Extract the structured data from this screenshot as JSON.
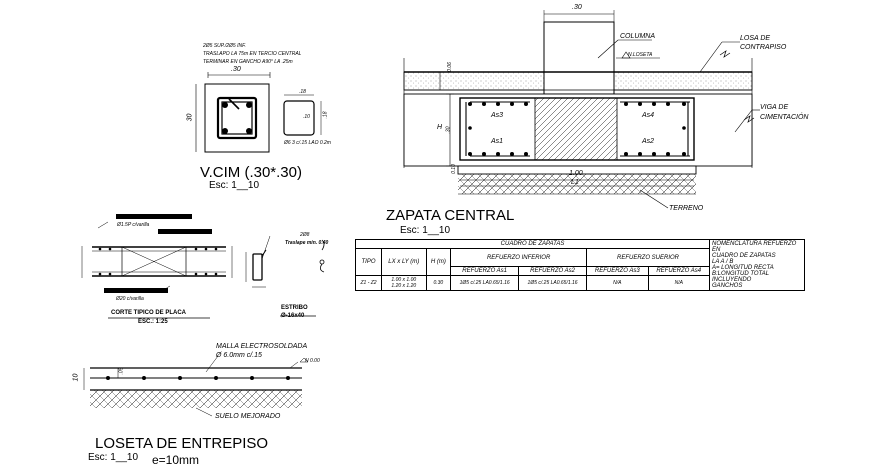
{
  "col_section": {
    "note_lines": [
      "2Ø5 SUP./2Ø5 INF.",
      "TRASLAPO LA 75m EN TERCIO CENTRAL",
      "TERMINAR EN GANCHO A90° LA .25m"
    ],
    "dim_top": ".30",
    "dim_side": "30",
    "stirrup_dim_h": ".18",
    "stirrup_dim_v": ".18",
    "stirrup_dim_diag": ".10",
    "stirrup_note": "Ø6 3 c/.15 LAO 0.2m",
    "title": "V.CIM (.30*.30)",
    "scale": "Esc: 1__10"
  },
  "footing": {
    "dim_top": ".30",
    "label_columna": "COLUMNA",
    "label_nloseta": "N.LOSETA",
    "label_losa": "LOSA DE",
    "label_losa2": "CONTRAPISO",
    "label_viga": "VIGA DE",
    "label_viga2": "CIMENTACIÓN",
    "label_terreno": "TERRENO",
    "dim_h": "H",
    "dim_30": ".30",
    "dim_006": "0.06",
    "dim_010": "0.10",
    "dim_100": "1.00",
    "dim_l1": "L1",
    "as3": "As3",
    "as4": "As4",
    "as1": "As1",
    "as2": "As2",
    "title": "ZAPATA CENTRAL",
    "scale": "Esc: 1__10"
  },
  "table": {
    "title": "CUADRO DE ZAPATAS",
    "h_tipo": "TIPO",
    "h_lxly": "LX x LY (m)",
    "h_h": "H (m)",
    "h_inf": "REFUERZO INFERIOR",
    "h_sup": "REFUERZO SUERIOR",
    "h_as1": "REFUERZO As1",
    "h_as2": "REFUERZO As2",
    "h_as3": "REFUERZO As3",
    "h_as4": "REFUERZO As4",
    "r_tipo": "Z1 - Z2",
    "r_lxly": "1.00 x 1.00\n1.20 x 1.20",
    "r_h": "0.30",
    "r_as1": "1Ø5 c/.25 LA0.65/1.16",
    "r_as2": "1Ø5 c/.25 LA0.65/1.16",
    "r_as3": "N/A",
    "r_as4": "N/A",
    "notes": [
      "NOMENCLATURA REFUERZO EN",
      "CUADRO DE ZAPATAS",
      "LA A / B",
      "A= LONGITUD RECTA",
      "B:LONGITUD TOTAL INCLUYENDO",
      "GANCHOS"
    ]
  },
  "slab_detail": {
    "label_top": "Ø1.5P c/varilla",
    "label_bottom": "Ø20 c/varilla",
    "title": "CORTE TIPICO DE PLACA",
    "scale": "ESC.: 1:25"
  },
  "stirrup": {
    "label_a": "2Ø8",
    "label_b": "Traslape min. 0.40",
    "title": "ESTRIBO",
    "scale": "Ø-16x40"
  },
  "loseta": {
    "malla": "MALLA ELECTROSOLDADA",
    "malla_spec": "Ø 6.0mm c/.15",
    "nlevel": "N 0.00",
    "dim_10": "10",
    "dim_05": ".05",
    "suelo": "SUELO MEJORADO",
    "title": "LOSETA DE ENTREPISO",
    "scale": "Esc: 1__10",
    "thickness": "e=10mm"
  }
}
